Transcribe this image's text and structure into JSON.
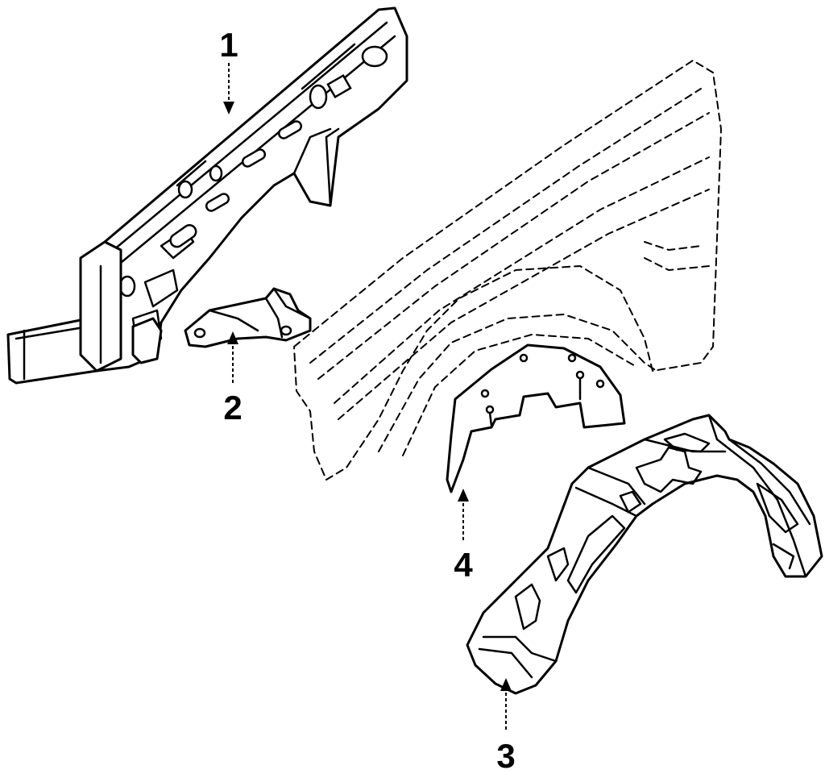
{
  "colors": {
    "line": "#000000",
    "background": "#ffffff"
  },
  "callouts": [
    {
      "number": "1"
    },
    {
      "number": "2"
    },
    {
      "number": "3"
    },
    {
      "number": "4"
    }
  ]
}
